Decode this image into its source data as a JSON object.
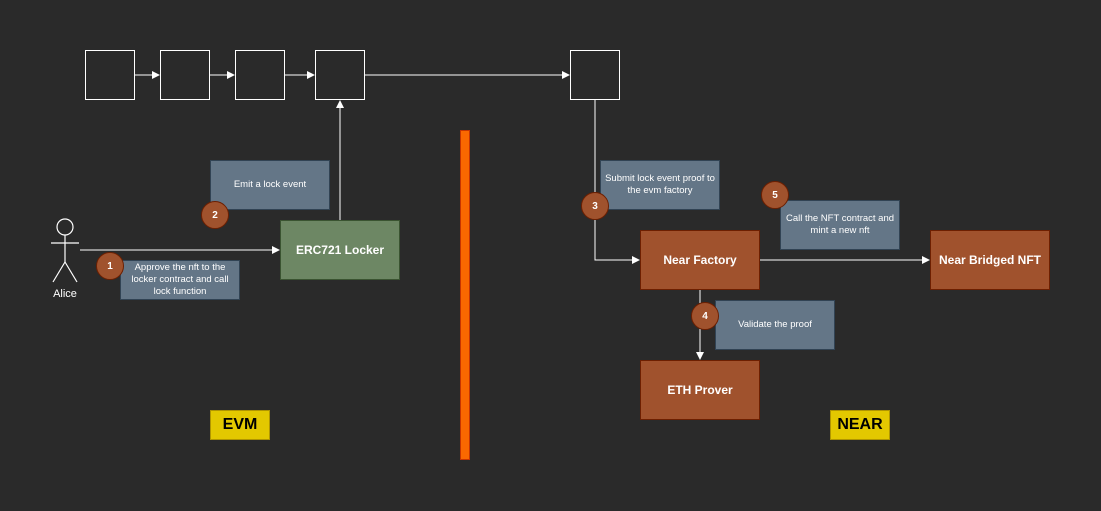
{
  "actor": {
    "label": "Alice"
  },
  "nodes": {
    "locker": "ERC721 Locker",
    "factory": "Near Factory",
    "bridged_nft": "Near Bridged NFT",
    "prover": "ETH Prover"
  },
  "notes": {
    "approve": "Approve the nft to the locker contract and call lock function",
    "emit": "Emit a lock event",
    "submit": "Submit lock event proof to the evm factory",
    "call_nft": "Call the NFT contract and mint a new nft",
    "validate": "Validate the proof"
  },
  "steps": [
    "1",
    "2",
    "3",
    "4",
    "5"
  ],
  "regions": {
    "evm": "EVM",
    "near": "NEAR"
  },
  "colors": {
    "background": "#2a2a2a",
    "note": "#647687",
    "locker": "#6d8764",
    "near_nodes": "#a0522d",
    "divider": "#fa6800",
    "region_label": "#e3c800"
  }
}
